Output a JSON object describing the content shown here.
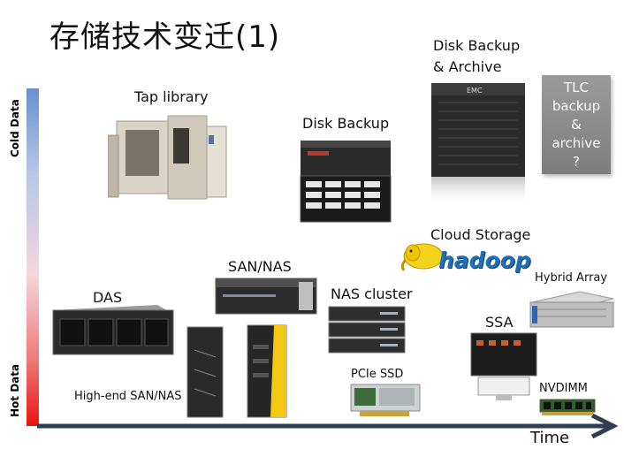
{
  "title": "存储技术变迁(1)",
  "axis": {
    "y_top": "Cold Data",
    "y_bottom": "Hot Data",
    "x": "Time"
  },
  "items": {
    "tap_library": "Tap library",
    "disk_backup": "Disk Backup",
    "disk_backup_archive_line1": "Disk Backup",
    "disk_backup_archive_line2": "& Archive",
    "tlc": "TLC\nbackup\n&\narchive\n?",
    "cloud_storage": "Cloud Storage",
    "hadoop": "hadoop",
    "san_nas": "SAN/NAS",
    "das": "DAS",
    "nas_cluster": "NAS cluster",
    "hybrid_array": "Hybrid Array",
    "ssa": "SSA",
    "pcie_ssd": "PCIe SSD",
    "high_end_san_nas": "High-end SAN/NAS",
    "nvdimm": "NVDIMM"
  },
  "colors": {
    "axis": "#2f3f52",
    "hadoop_yellow": "#f5d21c",
    "hadoop_blue": "#1f6fb8"
  }
}
